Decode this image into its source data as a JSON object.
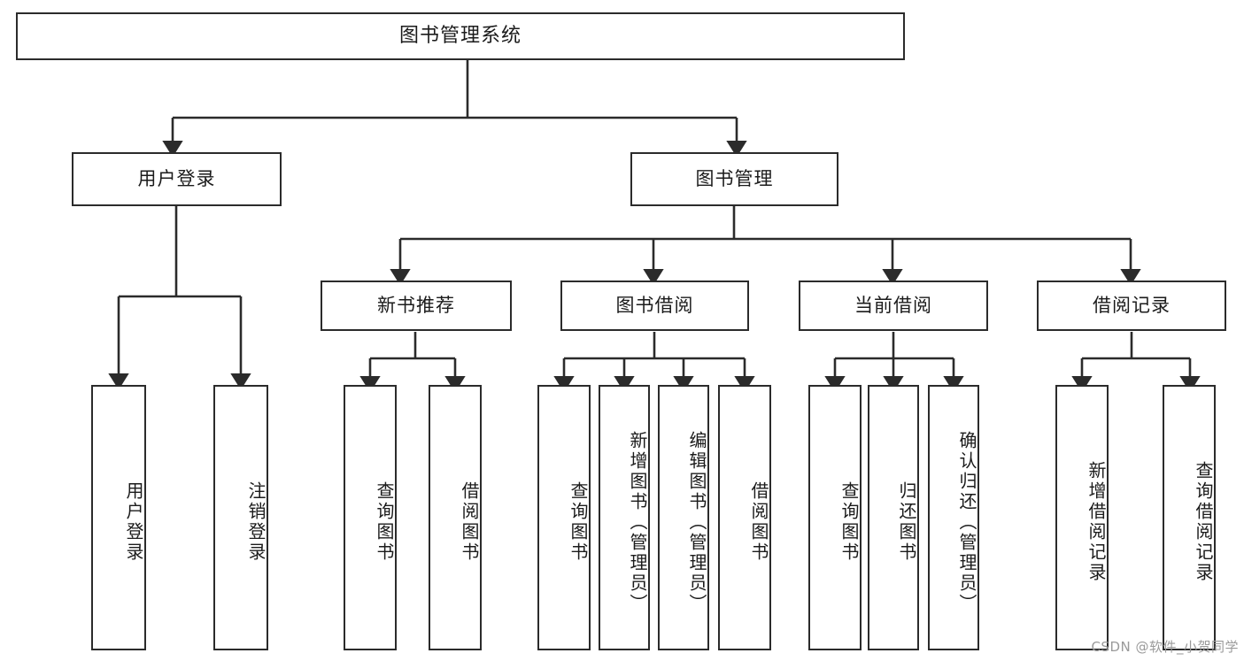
{
  "diagram": {
    "type": "tree",
    "title": "图书管理系统",
    "root": {
      "id": "root",
      "label": "图书管理系统"
    },
    "level2": [
      {
        "id": "user-login",
        "label": "用户登录"
      },
      {
        "id": "book-manage",
        "label": "图书管理"
      }
    ],
    "level3": [
      {
        "id": "new-book-recommend",
        "label": "新书推荐",
        "parent": "book-manage"
      },
      {
        "id": "book-borrow",
        "label": "图书借阅",
        "parent": "book-manage"
      },
      {
        "id": "current-borrow",
        "label": "当前借阅",
        "parent": "book-manage"
      },
      {
        "id": "borrow-record",
        "label": "借阅记录",
        "parent": "book-manage"
      }
    ],
    "leaves": {
      "user_login": [
        {
          "id": "leaf-user-login",
          "label": "用户登录"
        },
        {
          "id": "leaf-user-logout",
          "label": "注销登录"
        }
      ],
      "new_book_recommend": [
        {
          "id": "leaf-query-book-1",
          "label": "查询图书"
        },
        {
          "id": "leaf-borrow-book-1",
          "label": "借阅图书"
        }
      ],
      "book_borrow": [
        {
          "id": "leaf-query-book-2",
          "label": "查询图书"
        },
        {
          "id": "leaf-add-book",
          "label": "新增图书（管理员）"
        },
        {
          "id": "leaf-edit-book",
          "label": "编辑图书（管理员）"
        },
        {
          "id": "leaf-borrow-book-2",
          "label": "借阅图书"
        }
      ],
      "current_borrow": [
        {
          "id": "leaf-query-book-3",
          "label": "查询图书"
        },
        {
          "id": "leaf-return-book",
          "label": "归还图书"
        },
        {
          "id": "leaf-confirm-return",
          "label": "确认归还（管理员）"
        }
      ],
      "borrow_record": [
        {
          "id": "leaf-add-record",
          "label": "新增借阅记录"
        },
        {
          "id": "leaf-query-record",
          "label": "查询借阅记录"
        }
      ]
    }
  },
  "watermark": "CSDN @软件_小贺同学",
  "colors": {
    "stroke": "#2b2b2b",
    "background": "#ffffff",
    "text": "#1b1b1b",
    "watermark": "#9a9a9a"
  }
}
